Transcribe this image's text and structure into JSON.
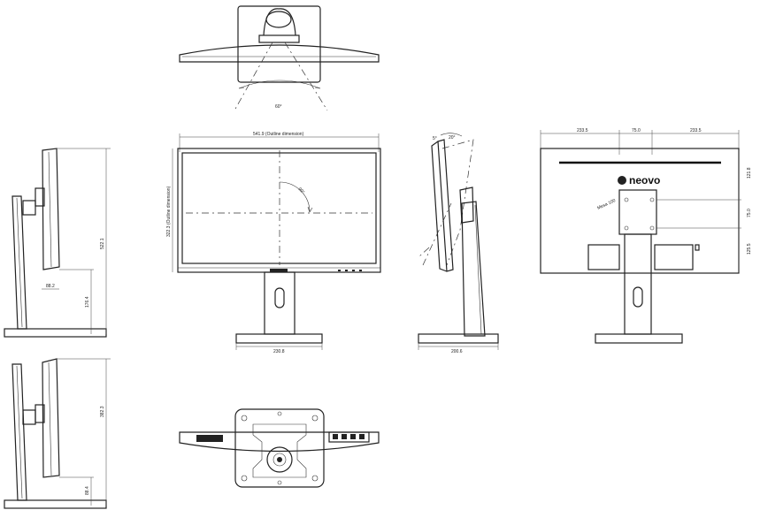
{
  "front": {
    "outline_width": "541.9 (Outline dimension)",
    "outline_height": "322.3 (Outline dimension)",
    "rotation_angle": "90°",
    "base_width": "230.8"
  },
  "top": {
    "swivel_angle": "60°"
  },
  "side": {
    "tilt_angle": "20°",
    "tilt_small": "5°",
    "base_depth": "200.6"
  },
  "back": {
    "brand": "neovo",
    "vesa": "Mesa 100",
    "dim_left": "233.5",
    "dim_mid": "75.0",
    "dim_right": "233.5",
    "dim_top": "121.8",
    "dim_vesa": "75.0",
    "dim_bottom": "125.5"
  },
  "left_upper": {
    "height_total": "522.1",
    "stand_height": "176.4",
    "offset": "88.2"
  },
  "left_lower": {
    "height_total": "382.3",
    "foot_height": "88.4"
  }
}
